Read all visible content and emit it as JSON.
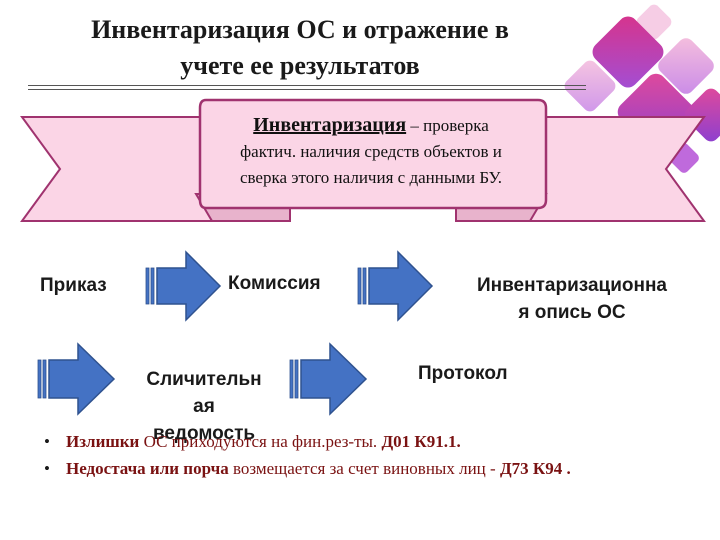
{
  "title": {
    "line1": "Инвентаризация ОС и отражение в",
    "line2": "учете ее результатов"
  },
  "banner": {
    "term": "Инвентаризация",
    "definition_line1": " – проверка",
    "definition_line2": "фактич. наличия средств объектов и",
    "definition_line3": "сверка этого наличия  с данными БУ."
  },
  "flow": {
    "order": "Приказ",
    "commission": "Комиссия",
    "inventory_line1": "Инвентаризационна",
    "inventory_line2": "я опись ОС",
    "comparison_line1": "Сличительн",
    "comparison_line2": "ая",
    "comparison_line3": "ведомость",
    "protocol": "Протокол"
  },
  "bullets": [
    {
      "bold1": "Излишки",
      "text1": " ОС приходуются на фин.рез-ты. ",
      "bold2": "Д01 К91.1."
    },
    {
      "bold1": "Недостача или порча",
      "text1": " возмещается за счет виновных лиц - ",
      "bold2": "Д73 К94 ."
    }
  ],
  "colors": {
    "ribbon_fill": "#fbd5e6",
    "ribbon_stroke": "#a0336f",
    "arrow_fill": "#4472c4",
    "arrow_stroke": "#2f528f",
    "bullet_text": "#7a1212"
  }
}
